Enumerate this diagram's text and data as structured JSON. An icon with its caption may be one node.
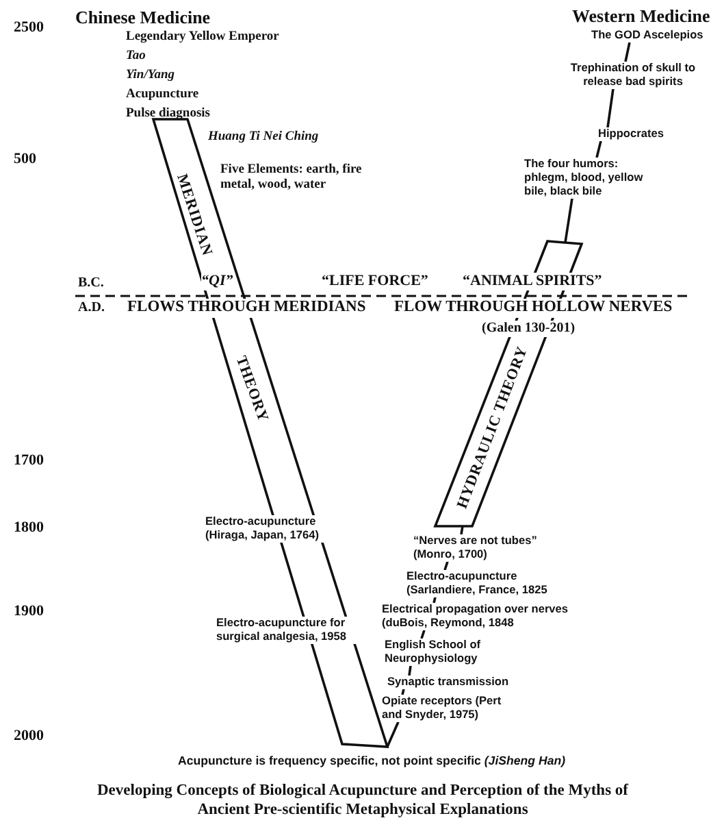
{
  "diagram": {
    "caption": "Developing Concepts of Biological Acupuncture and Perception of the Myths of Ancient Pre-scientific Metaphysical Explanations",
    "nodes": [
      {
        "text": [
          "The GOD Ascelepios"
        ]
      },
      {
        "text": [
          "Trephination of skull to release bad spirits"
        ]
      },
      {
        "text": [
          "Hippocrates"
        ]
      },
      {
        "text": [
          "The four humors: phlegm, blood, yellow bile, black bile"
        ]
      },
      {
        "text": [
          "MERIDIAN",
          "THEORY"
        ]
      },
      {
        "text": [
          "HYDRAULIC THEORY"
        ]
      },
      {
        "text": [
          "“Nerves are not tubes” (Monro, 1700)"
        ]
      },
      {
        "text": [
          "Electro-acupuncture (Sarlandiere, France, 1825"
        ]
      },
      {
        "text": [
          "Electrical propagation over nerves (duBois, Reymond, 1848"
        ]
      },
      {
        "text": [
          "English School of Neurophysiology"
        ]
      },
      {
        "text": [
          "Synaptic transmission"
        ]
      },
      {
        "text": [
          "Opiate receptors (Pert and Snyder, 1975)"
        ]
      }
    ],
    "edges": [
      {
        "from": 0,
        "to": 1,
        "arrow": "none"
      },
      {
        "from": 1,
        "to": 2,
        "arrow": "none"
      },
      {
        "from": 2,
        "to": 3,
        "arrow": "none"
      },
      {
        "from": 3,
        "to": 5,
        "arrow": "none"
      },
      {
        "from": 5,
        "to": 6,
        "arrow": "none"
      },
      {
        "from": 6,
        "to": 7,
        "arrow": "none"
      },
      {
        "from": 7,
        "to": 8,
        "arrow": "none"
      },
      {
        "from": 8,
        "to": 9,
        "arrow": "none"
      },
      {
        "from": 9,
        "to": 10,
        "arrow": "none"
      },
      {
        "from": 10,
        "to": 11,
        "arrow": "none"
      },
      {
        "from": 11,
        "to": 4,
        "arrow": "none"
      }
    ],
    "labels": [
      "Chinese Medicine",
      "Western Medicine",
      "2500",
      "Legendary Yellow Emperor",
      "Tao",
      "Yin/Yang",
      "Acupuncture",
      "Pulse diagnosis",
      "Huang Ti Nei Ching",
      "500",
      "Five Elements: earth, fire metal, wood, water",
      "B.C.",
      "“QI”",
      "“LIFE FORCE”",
      "“ANIMAL SPIRITS”",
      "A.D.",
      "FLOWS THROUGH MERIDIANS",
      "FLOW THROUGH HOLLOW NERVES",
      "(Galen 130-201)",
      "1700",
      "1800",
      "Electro-acupuncture (Hiraga, Japan, 1764)",
      "1900",
      "Electro-acupuncture for surgical analgesia, 1958",
      "2000",
      "Acupuncture is frequency specific, not point specific *(JiSheng Han)*"
    ]
  }
}
